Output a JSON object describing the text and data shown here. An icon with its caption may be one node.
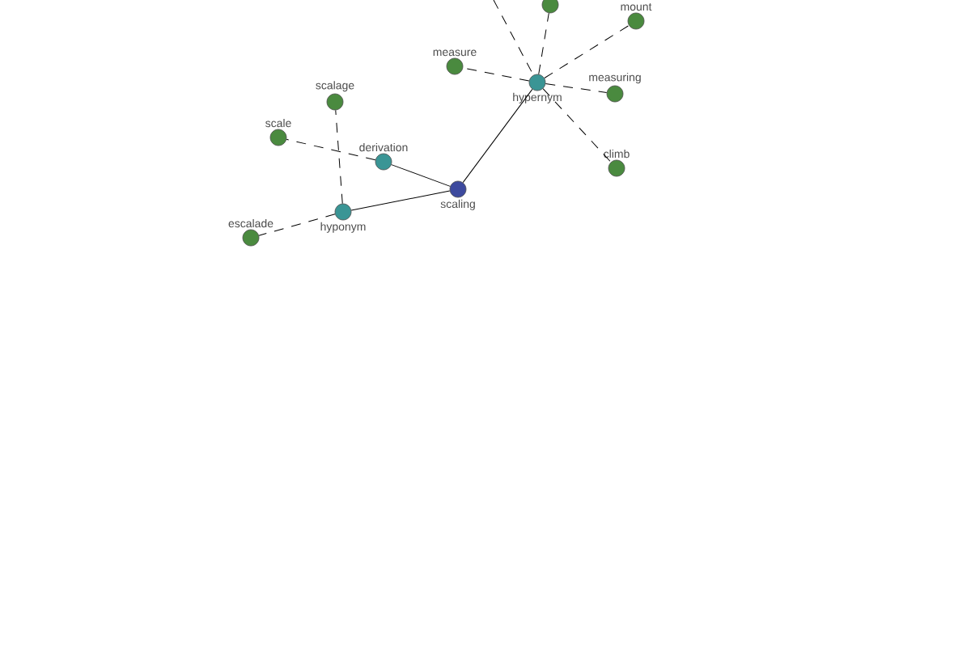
{
  "diagram": {
    "nodes": [
      {
        "text": [
          "scaling"
        ]
      },
      {
        "text": [
          "derivation"
        ]
      },
      {
        "text": [
          "hyponym"
        ]
      },
      {
        "text": [
          "hypernym"
        ]
      },
      {
        "text": [
          "scalage"
        ]
      },
      {
        "text": [
          "scale"
        ]
      },
      {
        "text": [
          "escalade"
        ]
      },
      {
        "text": [
          "measure"
        ]
      },
      {
        "text": [
          "measuring"
        ]
      },
      {
        "text": [
          "climb"
        ]
      },
      {
        "text": [
          "mount"
        ]
      },
      {
        "text": [],
        "shape": "circle"
      }
    ],
    "edges": [
      {
        "from": 0,
        "to": 1,
        "arrow": "none"
      },
      {
        "from": 0,
        "to": 2,
        "arrow": "none"
      },
      {
        "from": 0,
        "to": 3,
        "arrow": "none"
      },
      {
        "from": 1,
        "to": 5,
        "arrow": "none",
        "style": "dashed"
      },
      {
        "from": 2,
        "to": 4,
        "arrow": "none",
        "style": "dashed"
      },
      {
        "from": 2,
        "to": 6,
        "arrow": "none",
        "style": "dashed"
      },
      {
        "from": 3,
        "to": 7,
        "arrow": "none",
        "style": "dashed"
      },
      {
        "from": 3,
        "to": 8,
        "arrow": "none",
        "style": "dashed"
      },
      {
        "from": 3,
        "to": 9,
        "arrow": "none",
        "style": "dashed"
      },
      {
        "from": 3,
        "to": 10,
        "arrow": "none",
        "style": "dashed"
      },
      {
        "from": 3,
        "to": 11,
        "arrow": "none",
        "style": "dashed"
      },
      {
        "from": null,
        "to": 3,
        "arrow": "none",
        "style": "dashed"
      }
    ]
  }
}
